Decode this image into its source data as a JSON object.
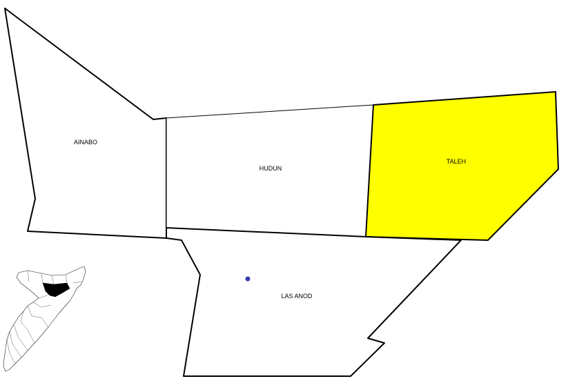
{
  "map": {
    "districts": [
      {
        "id": "ainabo",
        "label": "AINABO",
        "highlighted": false
      },
      {
        "id": "hudun",
        "label": "HUDUN",
        "highlighted": false
      },
      {
        "id": "taleh",
        "label": "TALEH",
        "highlighted": true
      },
      {
        "id": "las-anod",
        "label": "LAS ANOD",
        "highlighted": false
      }
    ],
    "colors": {
      "highlight": "#ffff00",
      "default_fill": "#ffffff",
      "border": "#000000",
      "capital_marker": "#3b3bb0",
      "locator_highlight": "#000000"
    },
    "capital_marker": {
      "district": "las-anod"
    },
    "locator_inset": {
      "country": "Somalia",
      "highlighted_region": "Sool"
    }
  }
}
